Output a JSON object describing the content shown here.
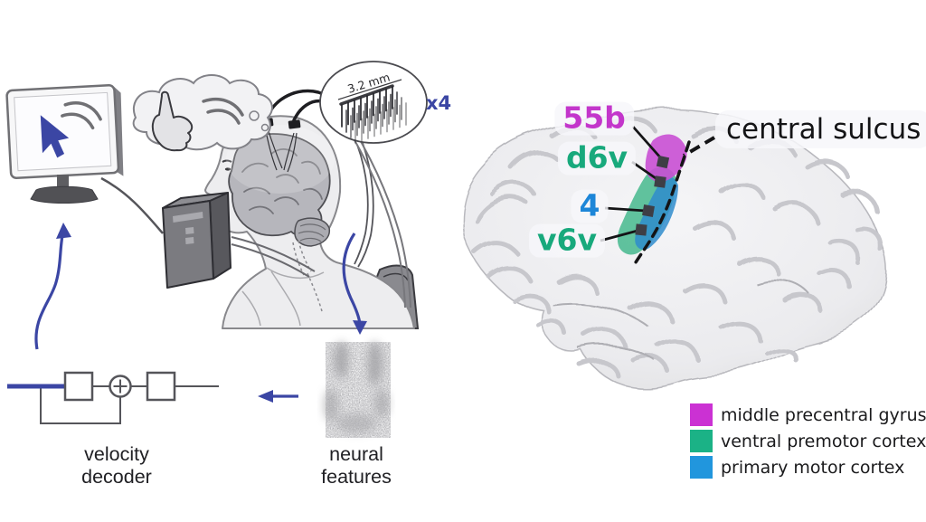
{
  "left_panel": {
    "inset": {
      "scale_label": "3.2 mm",
      "count_label": "x4"
    },
    "decoder_label": [
      "velocity",
      "decoder"
    ],
    "features_label": [
      "neural",
      "features"
    ]
  },
  "right_panel": {
    "area_labels": [
      {
        "id": "55b",
        "text": "55b",
        "color": "#c336cb"
      },
      {
        "id": "d6v",
        "text": "d6v",
        "color": "#18a97c"
      },
      {
        "id": "4",
        "text": "4",
        "color": "#1d86d8"
      },
      {
        "id": "v6v",
        "text": "v6v",
        "color": "#18a97c"
      }
    ],
    "sulcus_label": "central sulcus",
    "regions": {
      "middle_precentral": "#c94fd4",
      "ventral_premotor": "#45b98d",
      "primary_motor": "#2f8ccc"
    },
    "legend": [
      {
        "text": "middle precentral gyrus",
        "color": "#cb31d3"
      },
      {
        "text": "ventral premotor cortex",
        "color": "#1bb286"
      },
      {
        "text": "primary motor cortex",
        "color": "#2196dd"
      }
    ]
  },
  "colors": {
    "arrow_blue": "#3b46a4"
  }
}
